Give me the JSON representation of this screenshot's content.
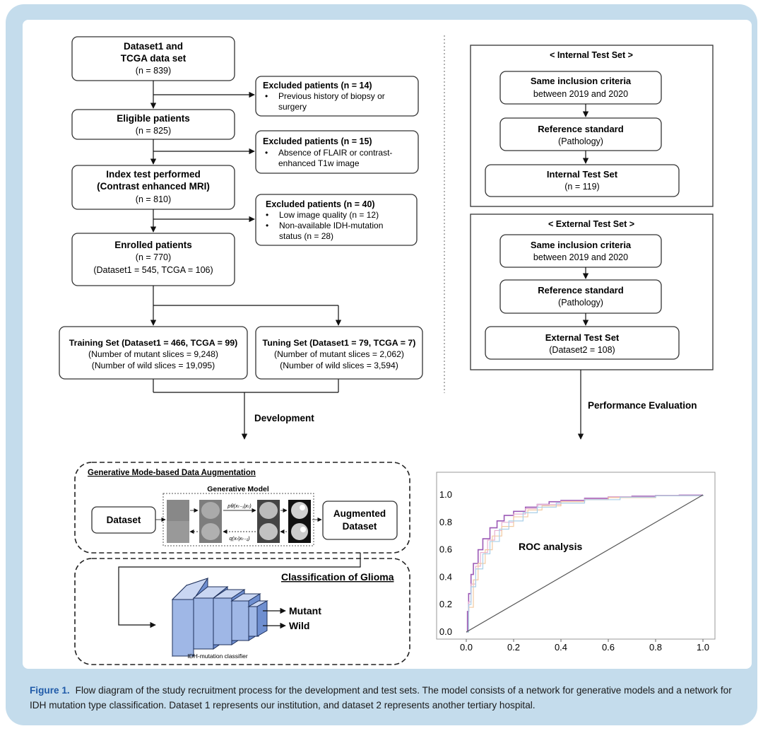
{
  "flow": {
    "dataset_box": [
      "Dataset1 and",
      "TCGA data set",
      "(n = 839)"
    ],
    "excluded1": {
      "title": "Excluded patients (n = 14)",
      "items": [
        "Previous history of biopsy or",
        "surgery"
      ]
    },
    "eligible_box": [
      "Eligible patients",
      "(n = 825)"
    ],
    "excluded2": {
      "title": "Excluded patients (n = 15)",
      "items": [
        "Absence of FLAIR or contrast-",
        "enhanced T1w image"
      ]
    },
    "index_box": [
      "Index test performed",
      "(Contrast enhanced MRI)",
      "(n = 810)"
    ],
    "excluded3": {
      "title": "Excluded patients (n = 40)",
      "items": [
        "Low image quality (n = 12)",
        "Non-available IDH-mutation",
        "status (n = 28)"
      ]
    },
    "enrolled_box": [
      "Enrolled patients",
      "(n = 770)",
      "(Dataset1 = 545, TCGA = 106)"
    ],
    "training_box": [
      "Training Set (Dataset1 = 466, TCGA = 99)",
      "(Number of mutant slices = 9,248)",
      "(Number of wild slices = 19,095)"
    ],
    "tuning_box": [
      "Tuning Set (Dataset1 = 79, TCGA = 7)",
      "(Number of mutant slices = 2,062)",
      "(Number of wild slices = 3,594)"
    ],
    "development_label": "Development"
  },
  "internal": {
    "header": "< Internal Test Set >",
    "criteria": [
      "Same inclusion criteria",
      "between 2019 and 2020"
    ],
    "reference": [
      "Reference standard",
      "(Pathology)"
    ],
    "testset": [
      "Internal Test Set",
      "(n = 119)"
    ]
  },
  "external": {
    "header": "< External Test Set >",
    "criteria": [
      "Same inclusion criteria",
      "between 2019 and 2020"
    ],
    "reference": [
      "Reference standard",
      "(Pathology)"
    ],
    "testset": [
      "External Test Set",
      "(Dataset2 = 108)"
    ]
  },
  "performance_label": "Performance Evaluation",
  "augmentation": {
    "title": "Generative Mode-based Data Augmentation",
    "model_label": "Generative Model",
    "dataset_label": "Dataset",
    "augmented_label": [
      "Augmented",
      "Dataset"
    ],
    "forward_formula": "pθ(xₜ₋₁|xₜ)",
    "reverse_formula": "q(xₜ|xₜ₋₁)"
  },
  "classification": {
    "title": "Classification of Glioma",
    "outputs": [
      "Mutant",
      "Wild"
    ],
    "classifier_label": "IDH-mutation classifier"
  },
  "chart_data": {
    "type": "line",
    "title": "ROC analysis",
    "xlim": [
      0,
      1
    ],
    "ylim": [
      0,
      1
    ],
    "xticks": [
      "0.0",
      "0.2",
      "0.4",
      "0.6",
      "0.8",
      "1.0"
    ],
    "yticks": [
      "0.0",
      "0.2",
      "0.4",
      "0.6",
      "0.8",
      "1.0"
    ],
    "series": [
      {
        "color": "#9b59b6",
        "x": [
          0,
          0.005,
          0.01,
          0.02,
          0.03,
          0.05,
          0.07,
          0.1,
          0.13,
          0.16,
          0.2,
          0.25,
          0.3,
          0.35,
          0.4,
          0.5,
          0.6,
          0.7,
          0.8,
          0.9,
          1.0
        ],
        "y": [
          0,
          0.15,
          0.28,
          0.42,
          0.5,
          0.6,
          0.68,
          0.76,
          0.81,
          0.85,
          0.88,
          0.91,
          0.93,
          0.95,
          0.96,
          0.975,
          0.985,
          0.99,
          0.995,
          0.998,
          1.0
        ]
      },
      {
        "color": "#e8b0d0",
        "x": [
          0,
          0.01,
          0.02,
          0.04,
          0.06,
          0.09,
          0.12,
          0.15,
          0.2,
          0.25,
          0.3,
          0.4,
          0.5,
          0.6,
          0.8,
          1.0
        ],
        "y": [
          0,
          0.22,
          0.35,
          0.48,
          0.58,
          0.67,
          0.74,
          0.8,
          0.86,
          0.9,
          0.93,
          0.955,
          0.97,
          0.985,
          0.995,
          1.0
        ]
      },
      {
        "color": "#f2c9a0",
        "x": [
          0,
          0.01,
          0.03,
          0.05,
          0.08,
          0.11,
          0.15,
          0.2,
          0.26,
          0.32,
          0.4,
          0.5,
          0.6,
          0.8,
          1.0
        ],
        "y": [
          0,
          0.18,
          0.38,
          0.5,
          0.6,
          0.7,
          0.77,
          0.84,
          0.89,
          0.92,
          0.95,
          0.965,
          0.98,
          0.994,
          1.0
        ]
      },
      {
        "color": "#a9cfe8",
        "x": [
          0,
          0.01,
          0.02,
          0.04,
          0.07,
          0.1,
          0.14,
          0.18,
          0.24,
          0.3,
          0.38,
          0.5,
          0.65,
          0.8,
          1.0
        ],
        "y": [
          0,
          0.2,
          0.33,
          0.46,
          0.57,
          0.66,
          0.75,
          0.81,
          0.87,
          0.91,
          0.94,
          0.965,
          0.983,
          0.994,
          1.0
        ]
      },
      {
        "color": "#555555",
        "x": [
          0,
          1
        ],
        "y": [
          0,
          1
        ]
      }
    ]
  },
  "caption": {
    "label": "Figure 1.",
    "text": "Flow diagram of the study recruitment process for the development and test sets. The model consists of a network for generative models and a network for IDH mutation type classification. Dataset 1 represents our institution, and dataset 2 represents another tertiary hospital."
  }
}
